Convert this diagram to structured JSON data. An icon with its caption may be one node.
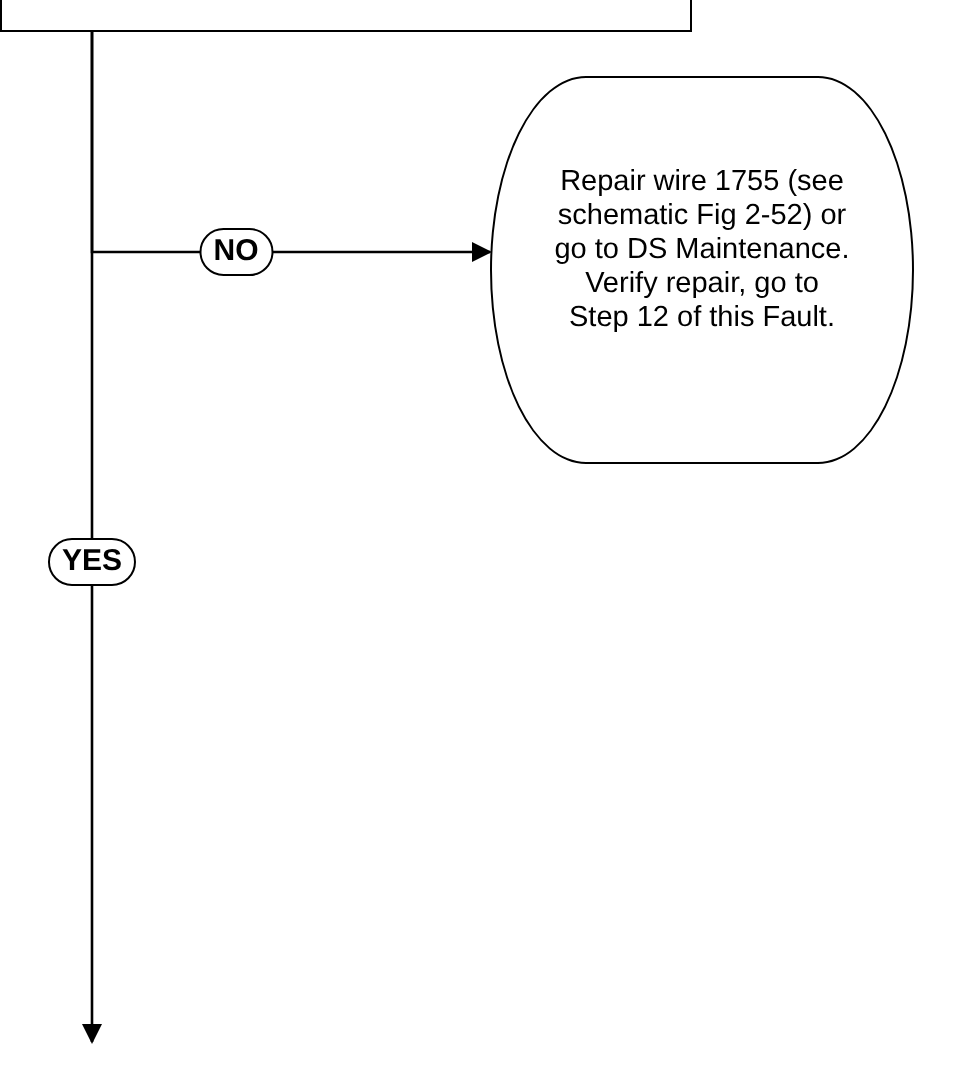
{
  "diagram": {
    "nodes": [
      {
        "text": [],
        "shape": "box"
      },
      {
        "text": [
          "Repair wire 1755 (see schematic Fig 2-52) or go to DS Maintenance. Verify repair, go to Step 12 of this Fault."
        ]
      }
    ],
    "edges": [
      {
        "from": 0,
        "to": 1,
        "arrow": "to",
        "label": "NO"
      },
      {
        "from": 0,
        "to": null,
        "arrow": "to",
        "label": "YES"
      }
    ]
  }
}
